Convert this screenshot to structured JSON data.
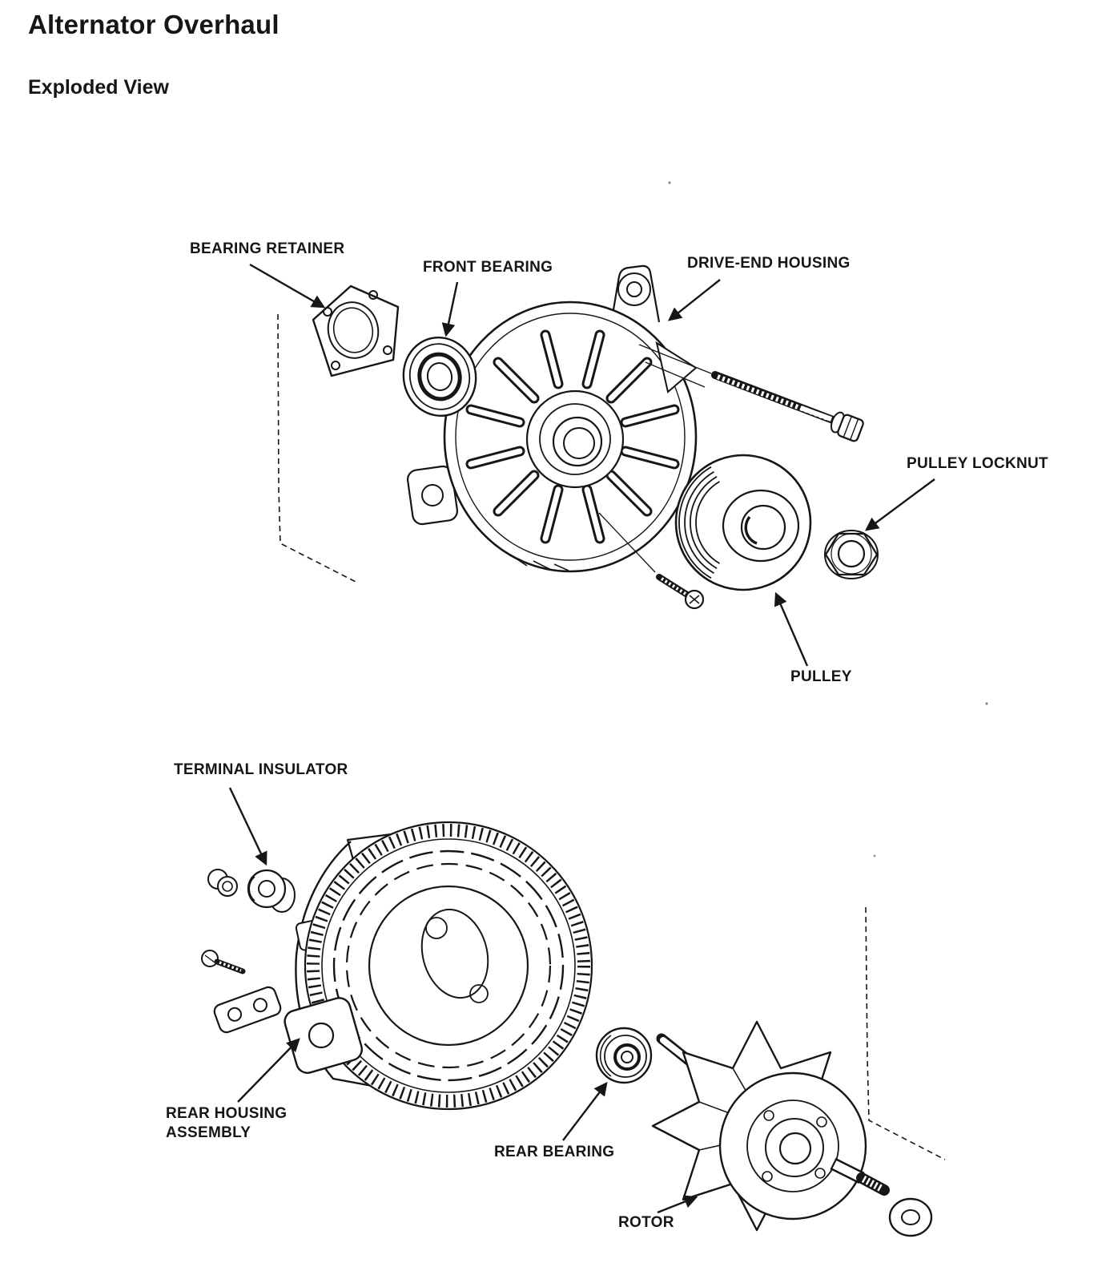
{
  "page": {
    "title": "Alternator Overhaul",
    "subtitle": "Exploded View"
  },
  "labels": {
    "bearing_retainer": "BEARING RETAINER",
    "front_bearing": "FRONT BEARING",
    "drive_end_housing": "DRIVE-END HOUSING",
    "pulley_locknut": "PULLEY LOCKNUT",
    "pulley": "PULLEY",
    "terminal_insulator": "TERMINAL INSULATOR",
    "rear_housing_line1": "REAR HOUSING",
    "rear_housing_line2": "ASSEMBLY",
    "rear_bearing": "REAR BEARING",
    "rotor": "ROTOR"
  },
  "colors": {
    "ink": "#161616",
    "paper": "#ffffff"
  }
}
